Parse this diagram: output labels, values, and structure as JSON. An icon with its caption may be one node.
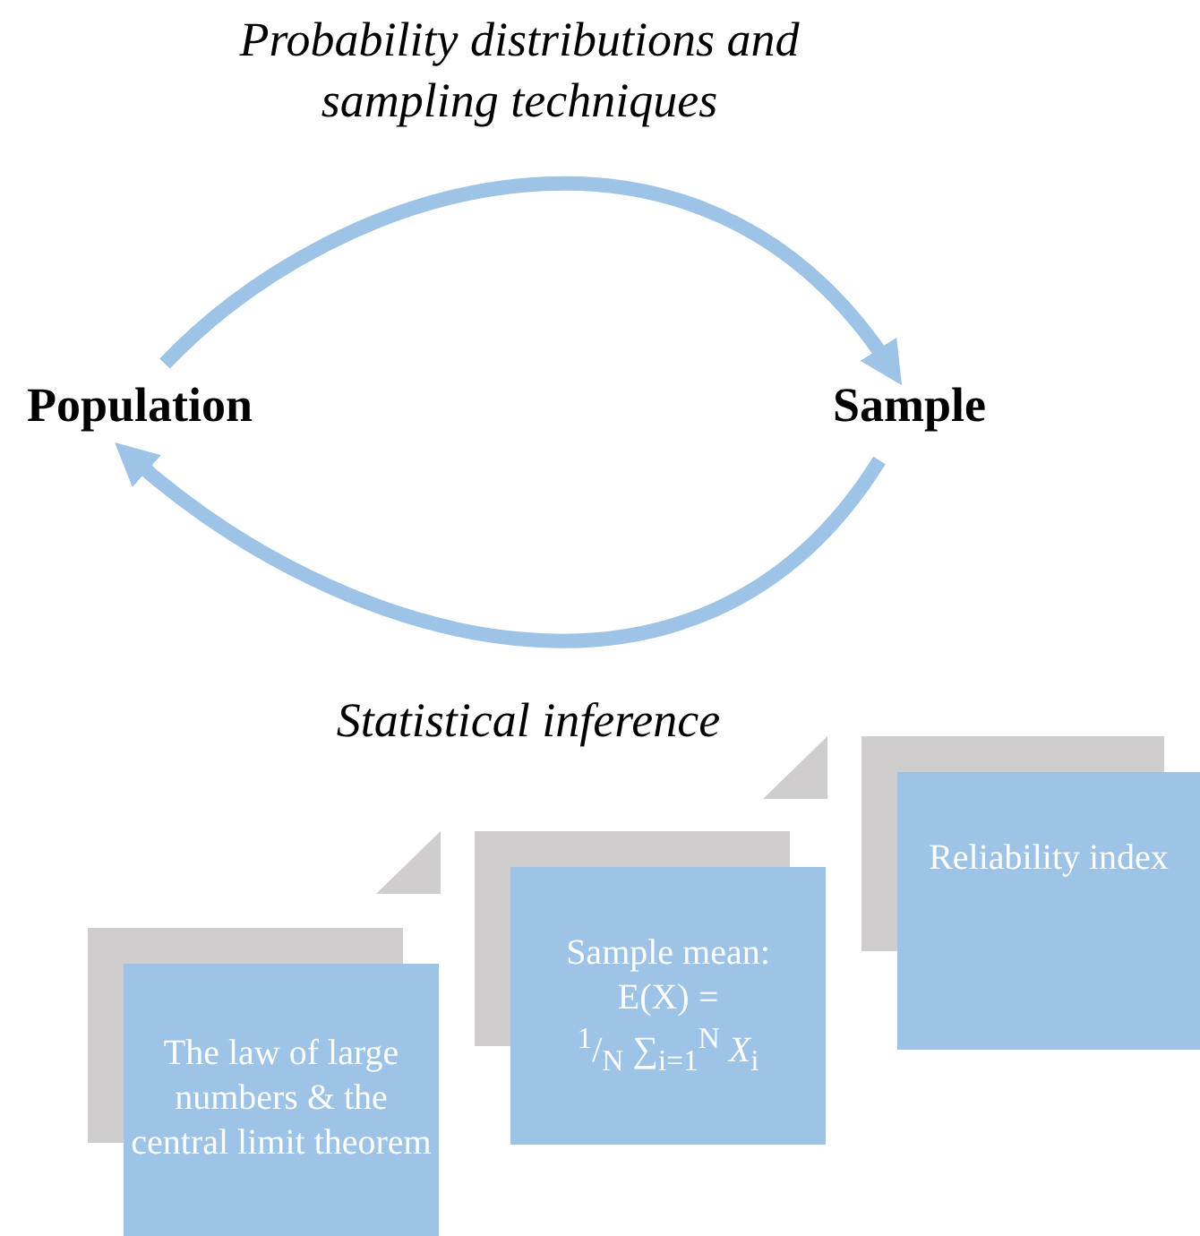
{
  "diagram": {
    "nodes": [
      {
        "text": [
          "Population"
        ]
      },
      {
        "text": [
          "Sample"
        ]
      },
      {
        "text": [
          "The law of large numbers & the central limit theorem"
        ]
      },
      {
        "text": [
          "Sample mean:",
          "E(X) =",
          "$^{1}$/$_{N}$ ∑$_{i=1}$$^{N}$ *X*$_{i}$"
        ]
      },
      {
        "text": [
          "Reliability index"
        ]
      }
    ],
    "edges": [
      {
        "from": 0,
        "to": 1,
        "arrow": "to",
        "label": "Probability distributions and sampling techniques"
      },
      {
        "from": 1,
        "to": 0,
        "arrow": "to",
        "label": "Statistical inference"
      }
    ]
  }
}
